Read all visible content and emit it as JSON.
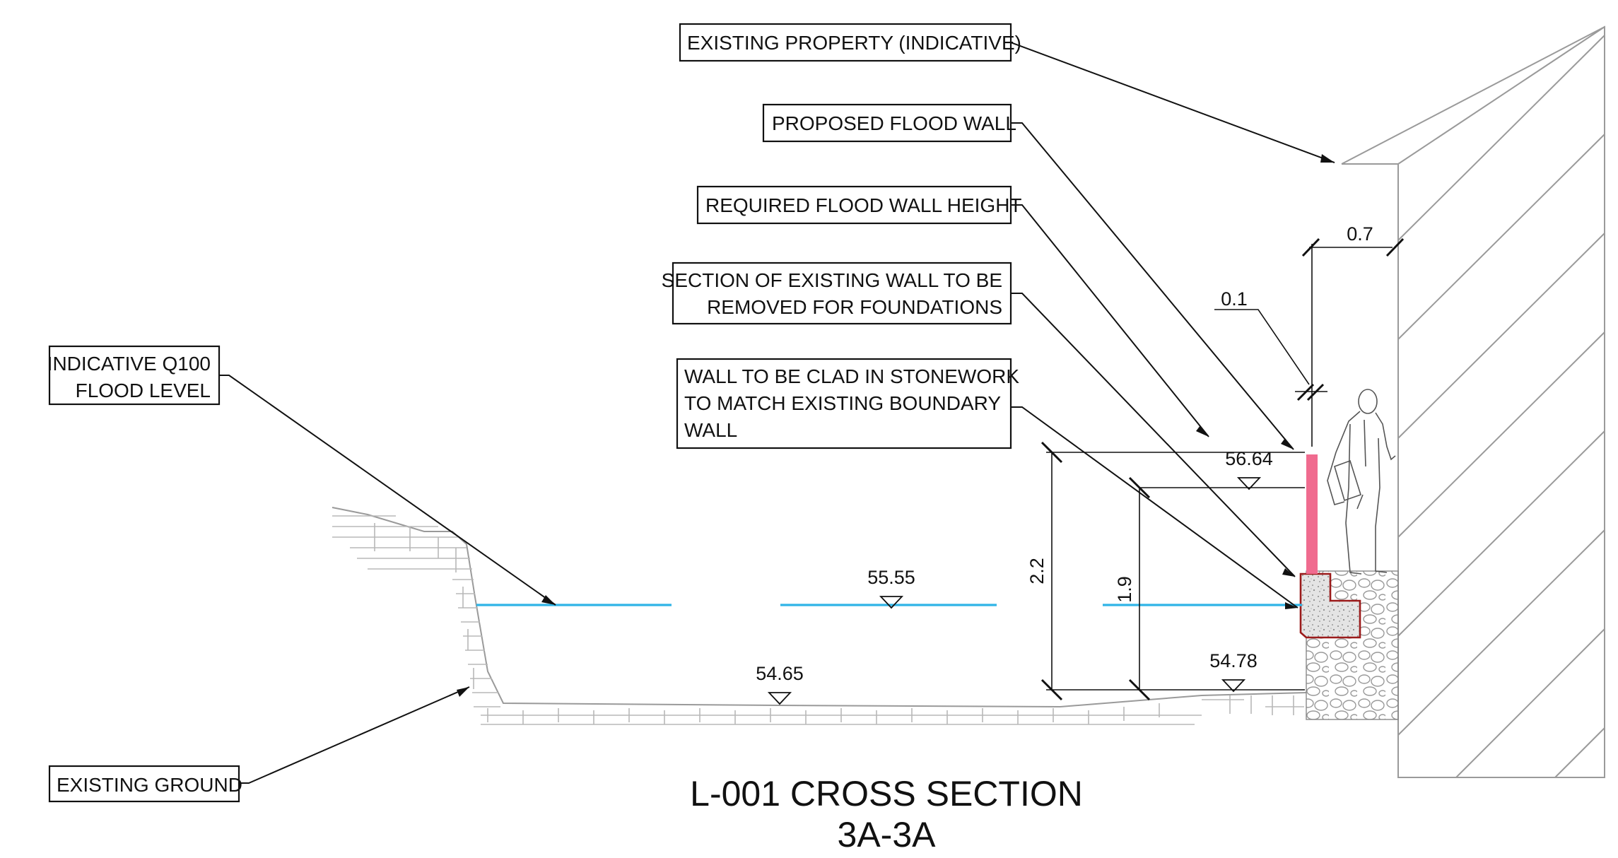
{
  "drawing": {
    "title_line1": "L-001 CROSS SECTION",
    "title_line2": "3A-3A"
  },
  "callouts": {
    "existing_property": "EXISTING PROPERTY (INDICATIVE)",
    "proposed_flood_wall": "PROPOSED FLOOD WALL",
    "required_height": "REQUIRED FLOOD WALL HEIGHT",
    "section_removed_l1": "SECTION OF EXISTING WALL TO BE",
    "section_removed_l2": "REMOVED FOR FOUNDATIONS",
    "clad_l1": "WALL TO BE CLAD IN STONEWORK",
    "clad_l2": "TO MATCH EXISTING BOUNDARY",
    "clad_l3": "WALL",
    "q100_l1": "INDICATIVE Q100",
    "q100_l2": "FLOOD LEVEL",
    "existing_ground": "EXISTING GROUND"
  },
  "levels": {
    "flood_wall_top": "56.64",
    "flood_level": "55.55",
    "bed_level": "54.65",
    "bank_level": "54.78"
  },
  "dimensions": {
    "overall_height": "2.2",
    "wall_height": "1.9",
    "property_offset": "0.7",
    "wall_thickness": "0.1"
  },
  "colors": {
    "water_line": "#2fb4e6",
    "flood_wall": "#f06b8f",
    "foundation_outline": "#9b1b1b",
    "ground_hatch": "#b8b8b8"
  }
}
